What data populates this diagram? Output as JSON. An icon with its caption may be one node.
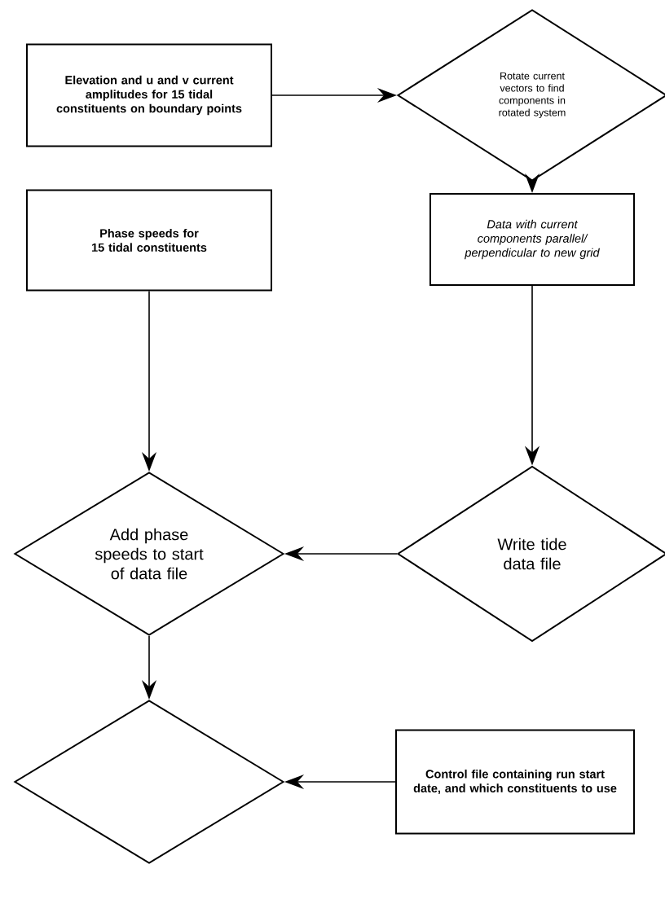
{
  "diagram": {
    "nodes": [
      {
        "text": [
          "Elevation and u and v current amplitudes for 15 tidal constituents on boundary points"
        ]
      },
      {
        "text": [
          "Rotate current vectors to find components in rotated system"
        ]
      },
      {
        "text": [
          "Phase speeds for 15 tidal constituents"
        ]
      },
      {
        "text": [
          "Data with current components parallel/ perpendicular to new grid"
        ]
      },
      {
        "text": [
          "Add phase speeds to start of data file"
        ]
      },
      {
        "text": [
          "Write tide data file"
        ]
      },
      {
        "text": [],
        "shape": "diamond"
      },
      {
        "text": [
          "Control file containing run start date, and which constituents to use"
        ]
      }
    ],
    "edges": [
      {
        "from": 0,
        "to": 1,
        "arrow": "to"
      },
      {
        "from": 1,
        "to": 3,
        "arrow": "to"
      },
      {
        "from": 2,
        "to": 4,
        "arrow": "to"
      },
      {
        "from": 3,
        "to": 5,
        "arrow": "to"
      },
      {
        "from": 5,
        "to": 4,
        "arrow": "to"
      },
      {
        "from": 4,
        "to": 6,
        "arrow": "to"
      },
      {
        "from": 7,
        "to": 6,
        "arrow": "to"
      }
    ]
  }
}
